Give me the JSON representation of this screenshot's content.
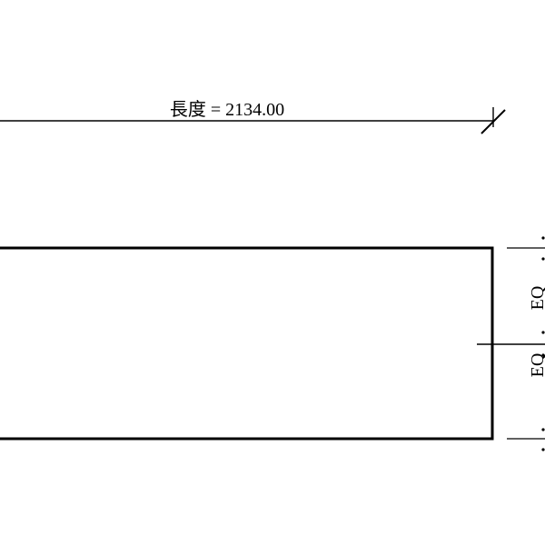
{
  "drawing": {
    "length_label": "長度 = 2134.00",
    "eq_label_upper": "EQ",
    "eq_label_lower": "EQ",
    "line_color": "#000000",
    "background_color": "#ffffff"
  }
}
